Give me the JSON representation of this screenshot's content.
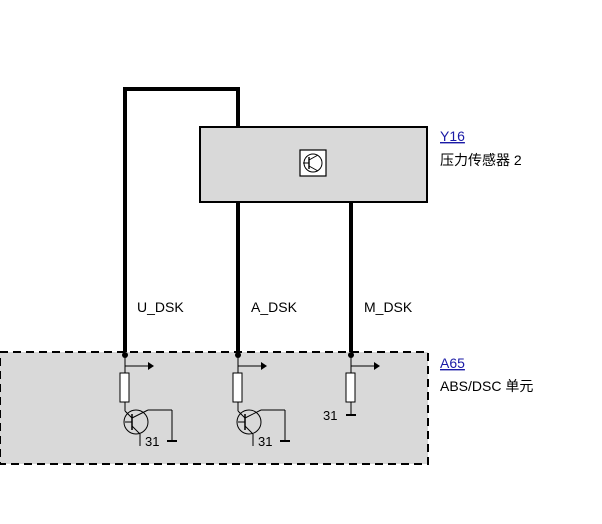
{
  "components": {
    "sensor": {
      "ref": "Y16",
      "name": "压力传感器 2",
      "symbol": "transistor-icon"
    },
    "module": {
      "ref": "A65",
      "name": "ABS/DSC 单元"
    }
  },
  "wires": [
    {
      "name": "U_DSK"
    },
    {
      "name": "A_DSK"
    },
    {
      "name": "M_DSK"
    }
  ],
  "ground_labels": [
    "31",
    "31",
    "31"
  ],
  "colors": {
    "wire": "#000000",
    "sensor_fill": "#d9d9d9",
    "module_fill": "#d9d9d9",
    "link": "#1a1aa6"
  }
}
